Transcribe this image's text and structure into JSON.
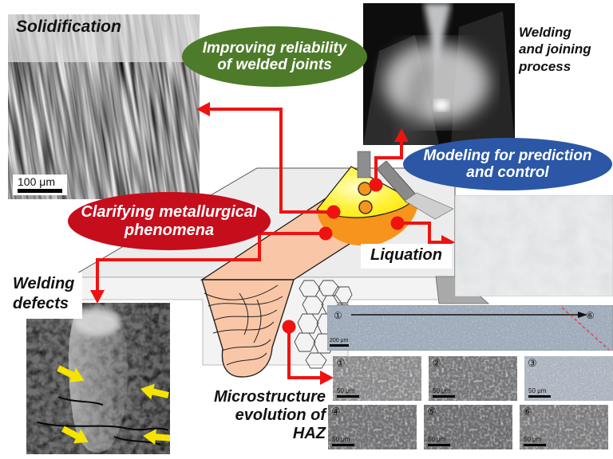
{
  "ellipses": {
    "green": {
      "label": "Improving reliability\nof welded joints",
      "color": "#4e7b2a"
    },
    "red": {
      "label": "Clarifying metallurgical\nphenomena",
      "color": "#c60d1c"
    },
    "blue": {
      "label": "Modeling for prediction\nand control",
      "color": "#2b57a6"
    }
  },
  "labels": {
    "solidification": "Solidification",
    "welding_process": "Welding\nand joining\nprocess",
    "liquation": "Liquation",
    "welding_defects": "Welding\ndefects",
    "microstructure": "Microstructure\nevolution of\nHAZ"
  },
  "scale_bars": {
    "solidification": "100 μm",
    "overview_strip": "200 μm",
    "panel": "50 μm"
  },
  "strip": {
    "start_label": "①",
    "end_label": "⑥",
    "scale": "200 μm"
  },
  "panels": [
    {
      "id": "①",
      "scale": "50 μm"
    },
    {
      "id": "②",
      "scale": "50 μm"
    },
    {
      "id": "③",
      "scale": "50 μm"
    },
    {
      "id": "④",
      "scale": "50 μm"
    },
    {
      "id": "⑤",
      "scale": "50 μm"
    },
    {
      "id": "⑥",
      "scale": "50 μm"
    }
  ],
  "colors": {
    "connector_red": "#ee1311",
    "weld_pool_yellow": "#ffec00",
    "molten_orange": "#f7941c",
    "bead_salmon": "#f9c7a7",
    "defect_arrow_yellow": "#f5e400"
  }
}
